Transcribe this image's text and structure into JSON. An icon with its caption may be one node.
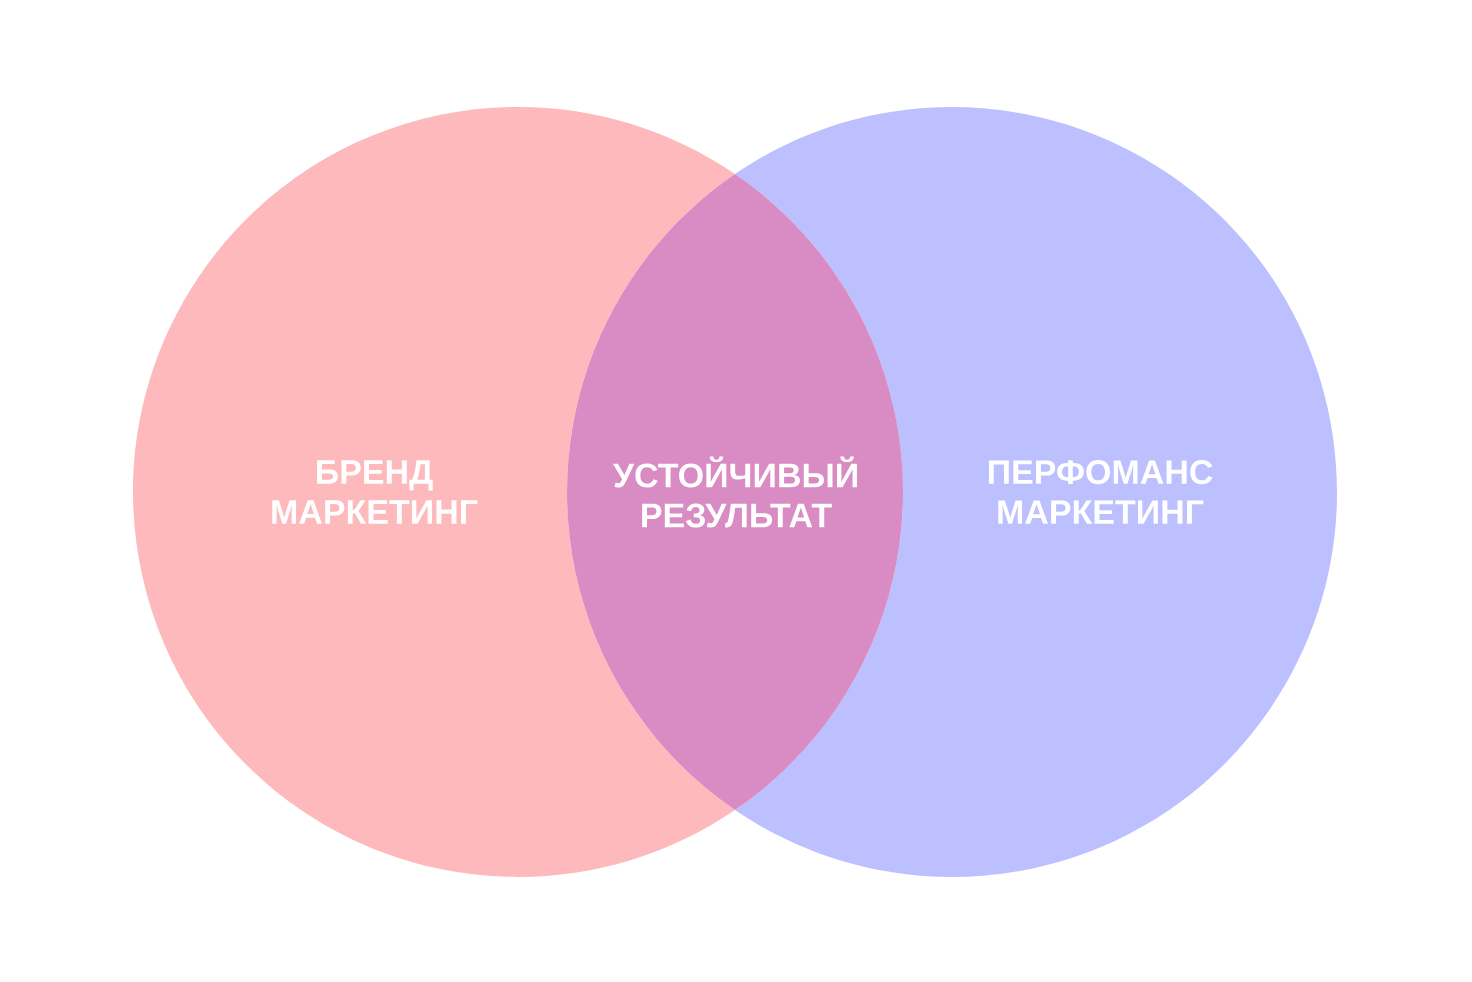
{
  "diagram": {
    "nodes": [
      {
        "text": [
          "БРЕНД МАРКЕТИНГ"
        ]
      },
      {
        "text": [
          "ПЕРФОМАНС МАРКЕТИНГ"
        ]
      },
      {
        "text": [
          "УСТОЙЧИВЫЙ РЕЗУЛЬТАТ"
        ]
      }
    ]
  }
}
